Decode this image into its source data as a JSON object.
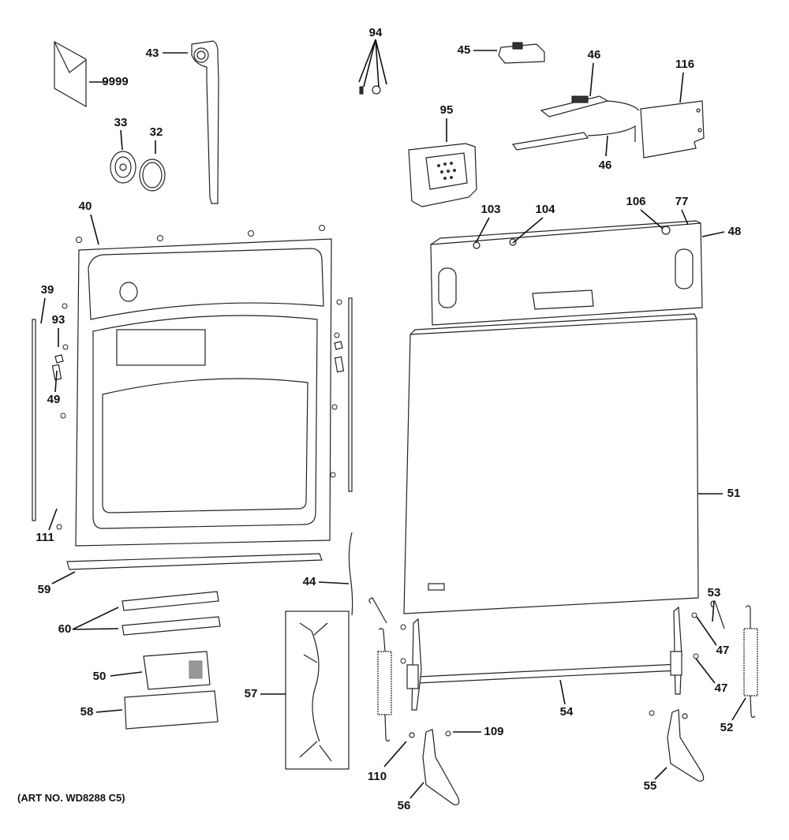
{
  "diagram": {
    "art_number": "(ART NO. WD8288 C5)",
    "callouts": {
      "c9999": "9999",
      "c43": "43",
      "c33": "33",
      "c32": "32",
      "c94": "94",
      "c45": "45",
      "c46a": "46",
      "c116": "116",
      "c95": "95",
      "c46b": "46",
      "c103": "103",
      "c104": "104",
      "c106": "106",
      "c77": "77",
      "c48": "48",
      "c40": "40",
      "c39": "39",
      "c93": "93",
      "c49": "49",
      "c111": "111",
      "c59": "59",
      "c44": "44",
      "c60": "60",
      "c50": "50",
      "c58": "58",
      "c57": "57",
      "c51": "51",
      "c53": "53",
      "c47a": "47",
      "c47b": "47",
      "c54": "54",
      "c52": "52",
      "c109": "109",
      "c110": "110",
      "c56": "56",
      "c55": "55"
    }
  }
}
